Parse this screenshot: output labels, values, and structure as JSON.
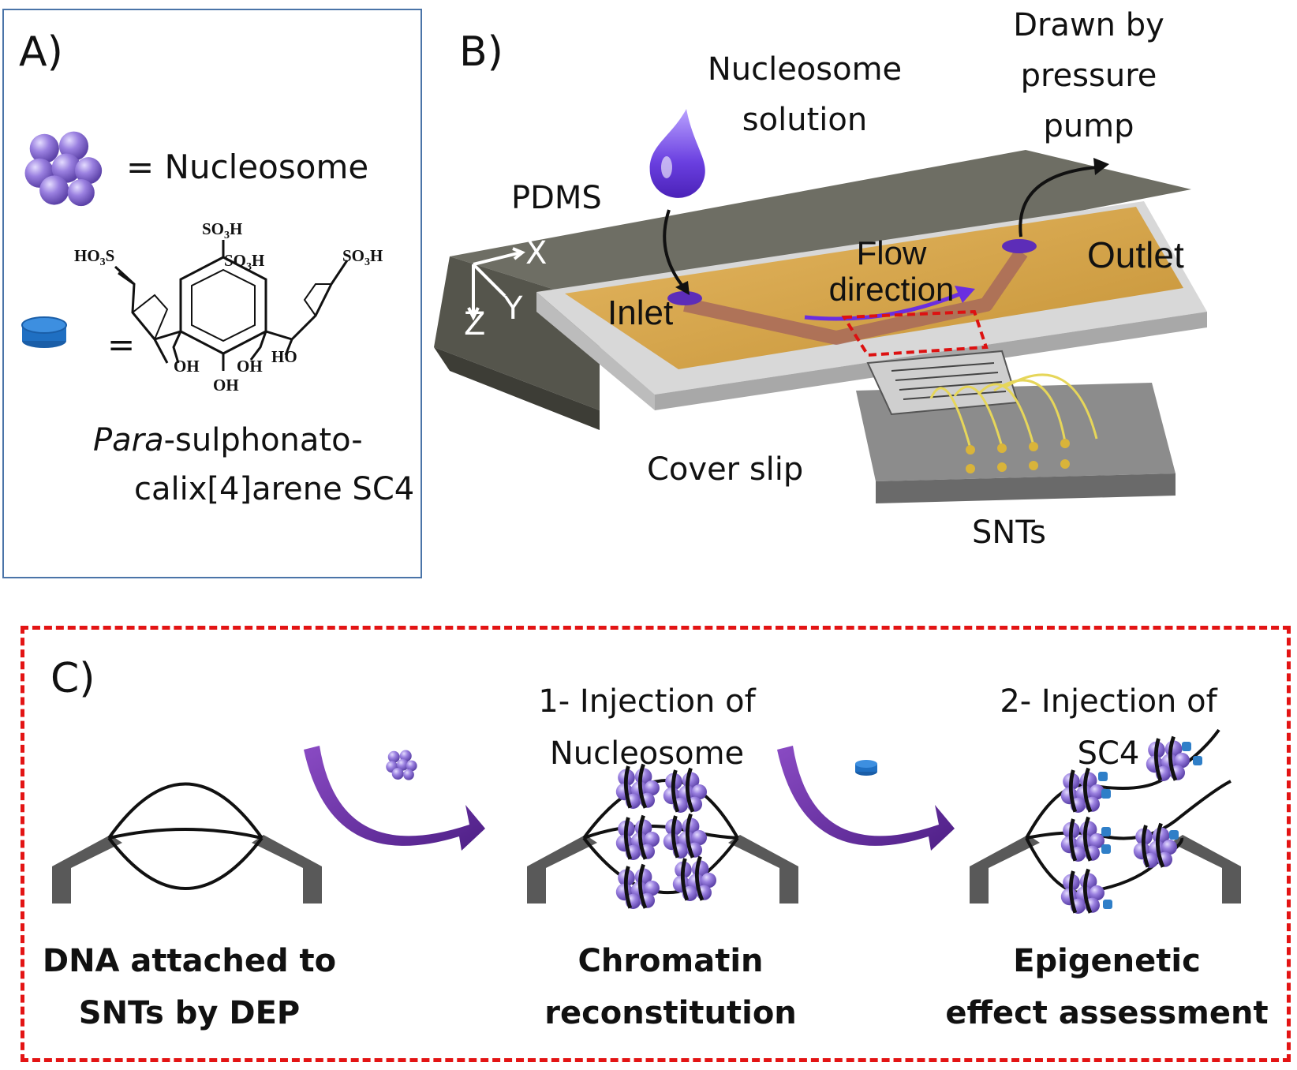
{
  "panel_a": {
    "label": "A)",
    "nucleosome_eq": "=  Nucleosome",
    "sc4_eq": "=",
    "chem_labels": {
      "so3h": "SO",
      "so3h_sub": "3",
      "so3h_end": "H",
      "ho3s_pre": "HO",
      "ho3s_sub": "3",
      "ho3s_end": "S",
      "oh": "OH",
      "ho": "HO"
    },
    "caption_italic": "Para",
    "caption_line1_rest": "-sulphonato-",
    "caption_line2": "calix[4]arene SC4"
  },
  "panel_b": {
    "label": "B)",
    "nucleosome_solution": [
      "Nucleosome",
      "solution"
    ],
    "drawn_by": [
      "Drawn by",
      "pressure",
      "pump"
    ],
    "pdms": "PDMS",
    "axis_x": "X",
    "axis_y": "Y",
    "axis_z": "Z",
    "flow": [
      "Flow",
      "direction"
    ],
    "inlet": "Inlet",
    "outlet": "Outlet",
    "cover_slip": "Cover slip",
    "snts": "SNTs"
  },
  "panel_c": {
    "label": "C)",
    "step1": [
      "1- Injection of",
      "Nucleosome"
    ],
    "step2": [
      "2- Injection of",
      "SC4"
    ],
    "caption1": [
      "DNA attached to",
      "SNTs by DEP"
    ],
    "caption2": [
      "Chromatin",
      "reconstitution"
    ],
    "caption3": [
      "Epigenetic",
      "effect assessment"
    ]
  },
  "colors": {
    "panel_a_border": "#4a74a8",
    "panel_c_border": "#e31414",
    "nucleosome": "#8f73d6",
    "sc4": "#1f6fc2",
    "arrow_purple": "#6a2d9a",
    "chip_gold": "#d9a94a"
  }
}
